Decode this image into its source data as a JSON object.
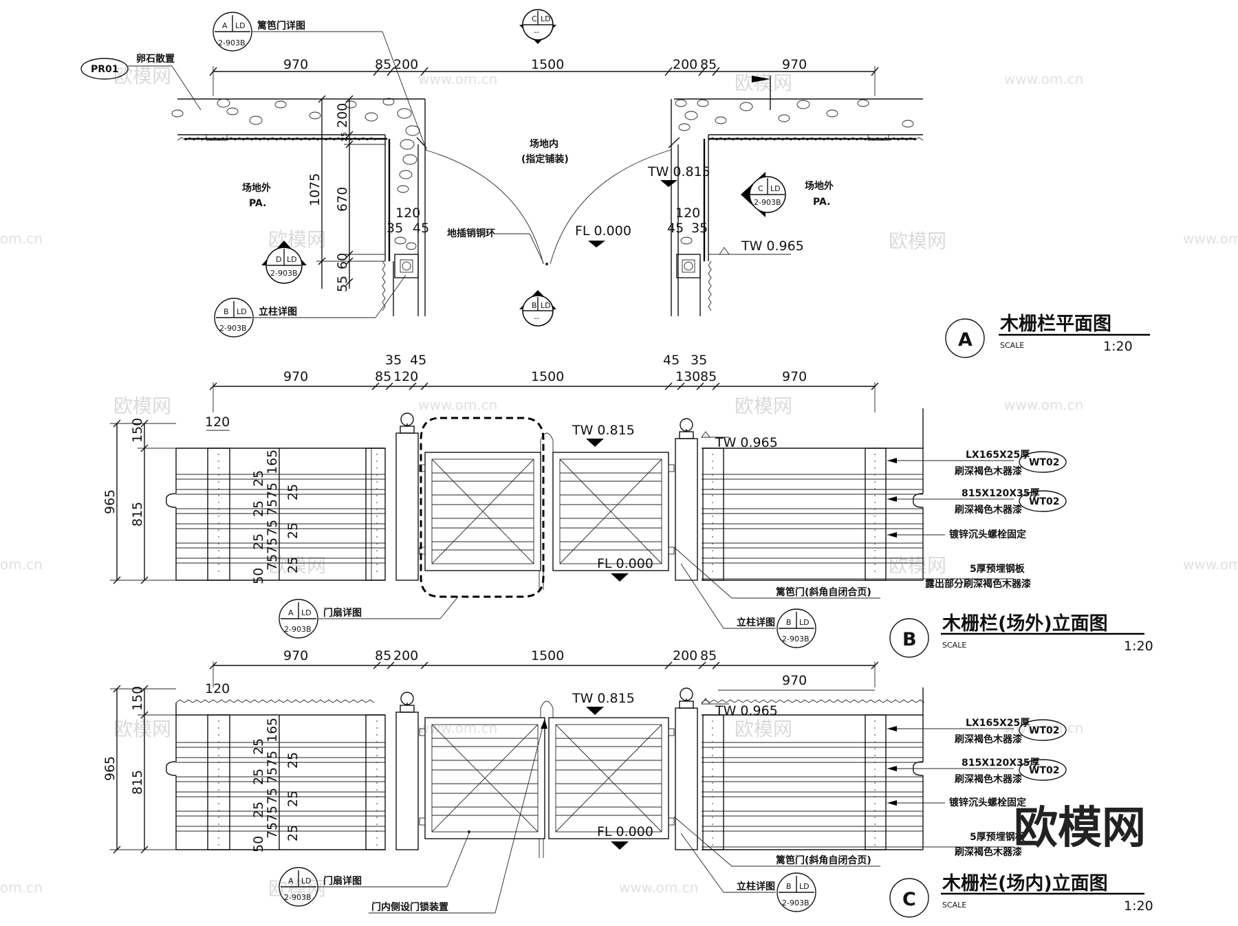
{
  "dims": {
    "d970": "970",
    "d85": "85",
    "d200": "200",
    "d1500": "1500",
    "d35": "35",
    "d45": "45",
    "d120": "120",
    "d130": "130",
    "d965": "965",
    "d815": "815",
    "d150": "150",
    "d165": "165",
    "d25": "25",
    "d75": "75",
    "d50": "50",
    "d1075": "1075",
    "d670": "670",
    "d55": "55",
    "d60": "60"
  },
  "plan": {
    "outside": "场地外",
    "outside_pa": "PA.",
    "inside": "场地内",
    "inside_note": "(指定铺装)",
    "pebble_code": "PR01",
    "pebble_label": "卵石散置",
    "gate_detail_label": "篱笆门详图",
    "post_detail_label": "立柱详图",
    "bolt_label": "地插销铜环",
    "fl": "FL 0.000",
    "tw815": "TW 0.815",
    "tw965": "TW 0.965"
  },
  "elev": {
    "note_lx": "LX165X25厚",
    "note_paint": "刷深褐色木器漆",
    "note_815": "815X120X35厚",
    "note_bolt": "镀锌沉头螺栓固定",
    "note_plate": "5厚预埋钢板",
    "note_plate2": "露出部分刷深褐色木器漆",
    "note_gate": "篱笆门(斜角自闭合页)",
    "note_post": "立柱详图",
    "note_leaf": "门扇详图",
    "note_lock": "门内侧设门锁装置",
    "wt": "WT02"
  },
  "sym": {
    "A": "A",
    "B": "B",
    "C": "C",
    "D": "D",
    "LD": "LD",
    "ref": "2-903B",
    "dash": "--"
  },
  "titles": {
    "a_title": "木栅栏平面图",
    "b_title": "木栅栏(场外)立面图",
    "c_title": "木栅栏(场内)立面图",
    "scale_label": "SCALE",
    "scale": "1:20"
  },
  "watermark": {
    "brand": "欧模网",
    "url": "www.om.cn",
    "frag": "om.cn"
  }
}
